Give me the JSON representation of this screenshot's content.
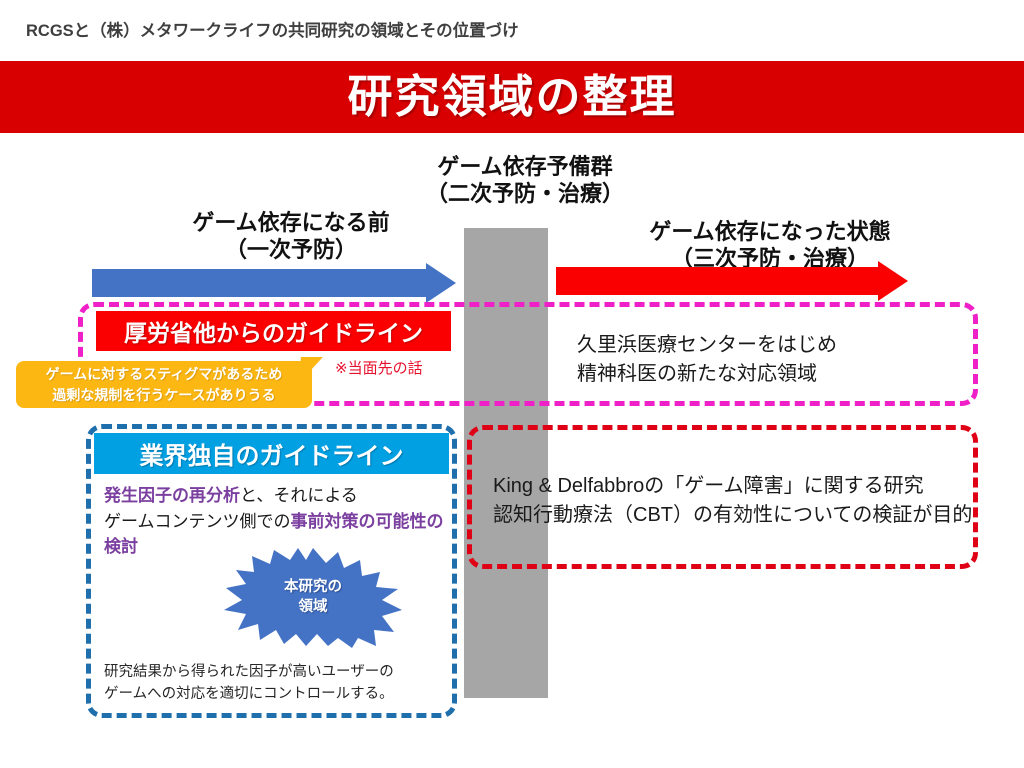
{
  "header": {
    "kicker": "RCGSと（株）メタワークライフの共同研究の領域とその位置づけ",
    "title": "研究領域の整理"
  },
  "stages": [
    {
      "label": "ゲーム依存になる前\n（一次予防）"
    },
    {
      "label": "ゲーム依存予備群\n（二次予防・治療）"
    },
    {
      "label": "ゲーム依存になった状態\n（三次予防・治療）"
    }
  ],
  "arrows": [
    {
      "name": "primary-prevention-arrow",
      "color": "#4472c4"
    },
    {
      "name": "tertiary-prevention-arrow",
      "color": "#fa0000"
    }
  ],
  "secondary_prevention_band": {
    "color": "#a6a6a6"
  },
  "pink_region": {
    "border_color": "#f020c8",
    "chip_label": "厚労省他からのガイドライン",
    "chip_color": "#fa0000",
    "note": "※当面先の話",
    "note_color": "#e8112d",
    "right_text": "久里浜医療センターをはじめ\n精神科医の新たな対応領域"
  },
  "yellow_callout": {
    "color": "#fcb713",
    "line1": "ゲームに対するスティグマがあるため",
    "line2": "過剰な規制を行うケースがありうる"
  },
  "red_region": {
    "border_color": "#e00016",
    "text": "King & Delfabbroの「ゲーム障害」に関する研究\n認知行動療法（CBT）の有効性についての検証が目的"
  },
  "blue_region": {
    "border_color": "#1f6fad",
    "chip_label": "業界独自のガイドライン",
    "chip_color": "#00a0e2",
    "body": {
      "hl1": "発生因子の再分析",
      "mid1": "と、それによる",
      "plain": "ゲームコンテンツ側での",
      "hl2": "事前対策の可能性の検討",
      "highlight_color": "#7b3fa0"
    },
    "footnote": "研究結果から得られた因子が高いユーザーの\nゲームへの対応を適切にコントロールする。",
    "starburst": {
      "color": "#4472c4",
      "line1": "本研究の",
      "line2": "領域"
    }
  }
}
